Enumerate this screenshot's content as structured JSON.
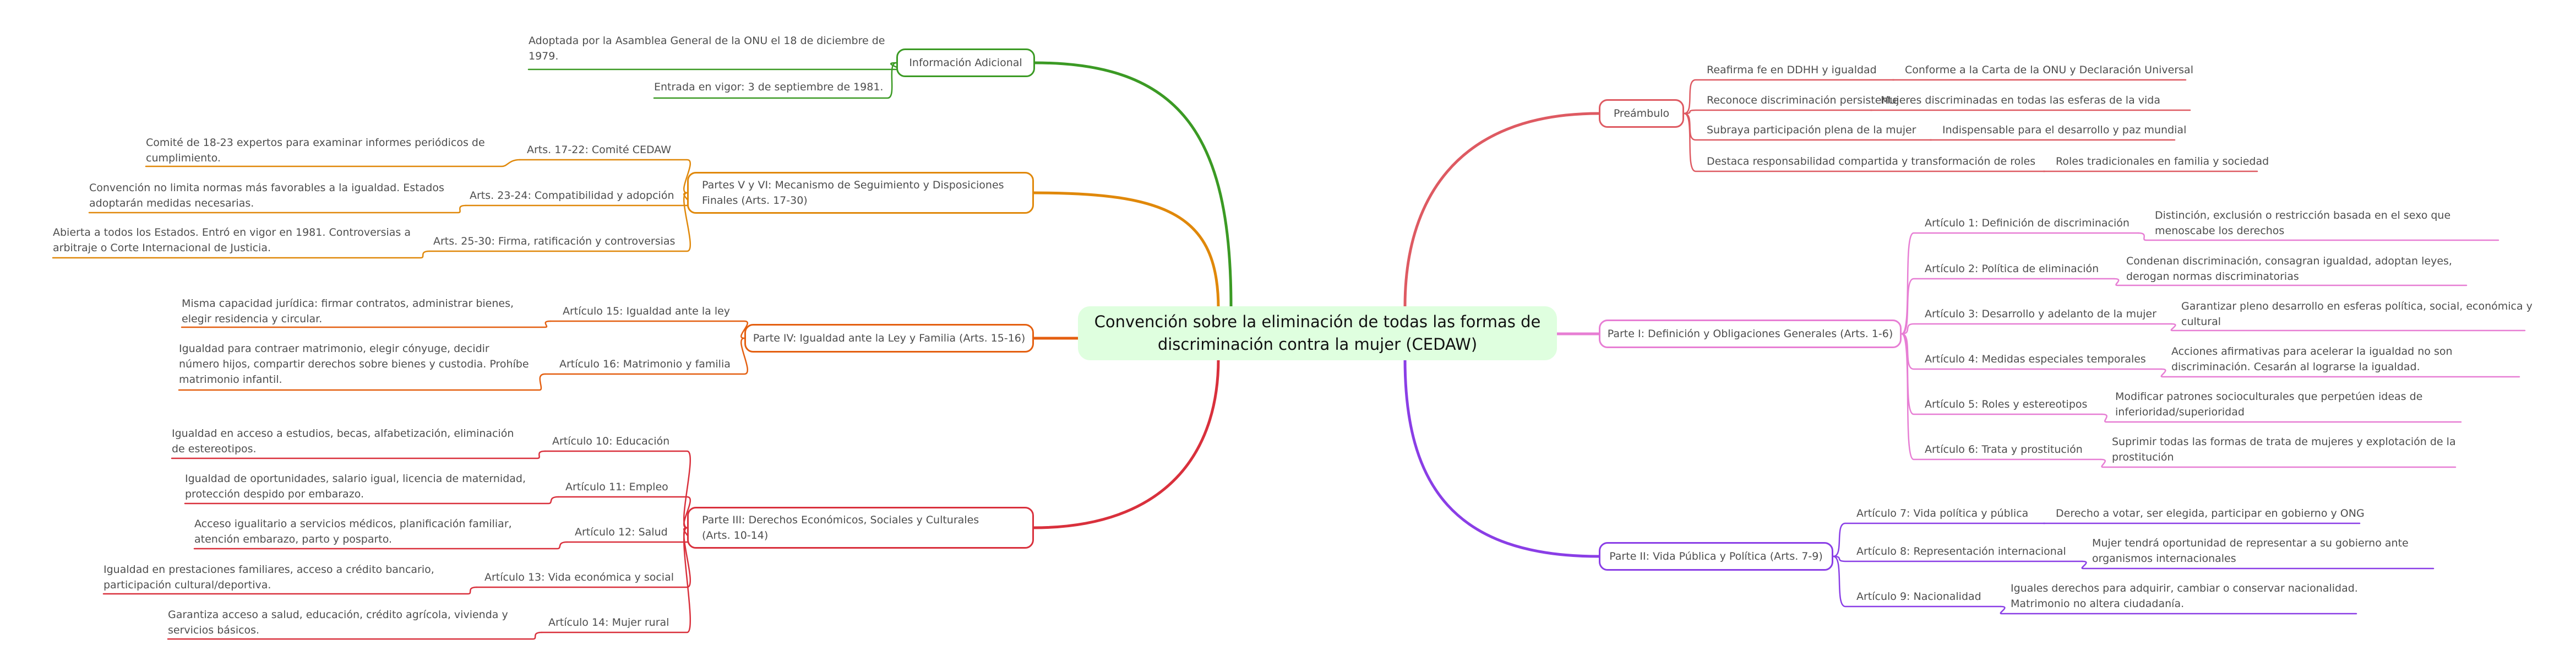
{
  "root": "Convención sobre la eliminación de todas las formas de discriminación contra la mujer (CEDAW)",
  "colors": {
    "info": "#3b9a24",
    "seguimiento": "#e0880a",
    "igualdad": "#e45f10",
    "derechos": "#d9303c",
    "preambulo": "#de5a62",
    "definicion": "#e77ed4",
    "vida": "#8a3ee6"
  },
  "branches": {
    "info": {
      "label": "Información Adicional",
      "items": [
        {
          "label": "Adoptada por la Asamblea General de la ONU el 18 de diciembre de 1979."
        },
        {
          "label": "Entrada en vigor: 3 de septiembre de 1981."
        }
      ]
    },
    "seguimiento": {
      "label": "Partes V y VI: Mecanismo de Seguimiento y Disposiciones Finales (Arts. 17-30)",
      "items": [
        {
          "label": "Arts. 17-22: Comité CEDAW",
          "detail": "Comité de 18-23 expertos para examinar informes periódicos de cumplimiento."
        },
        {
          "label": "Arts. 23-24: Compatibilidad y adopción",
          "detail": "Convención no limita normas más favorables a la igualdad. Estados adoptarán medidas necesarias."
        },
        {
          "label": "Arts. 25-30: Firma, ratificación y controversias",
          "detail": "Abierta a todos los Estados. Entró en vigor en 1981. Controversias a arbitraje o Corte Internacional de Justicia."
        }
      ]
    },
    "igualdad": {
      "label": "Parte IV: Igualdad ante la Ley y Familia (Arts. 15-16)",
      "items": [
        {
          "label": "Artículo 15: Igualdad ante la ley",
          "detail": "Misma capacidad jurídica: firmar contratos, administrar bienes, elegir residencia y circular."
        },
        {
          "label": "Artículo 16: Matrimonio y familia",
          "detail": "Igualdad para contraer matrimonio, elegir cónyuge, decidir número hijos, compartir derechos sobre bienes y custodia. Prohíbe matrimonio infantil."
        }
      ]
    },
    "derechos": {
      "label": "Parte III: Derechos Económicos, Sociales y Culturales (Arts. 10-14)",
      "items": [
        {
          "label": "Artículo 10: Educación",
          "detail": "Igualdad en acceso a estudios, becas, alfabetización, eliminación de estereotipos."
        },
        {
          "label": "Artículo 11: Empleo",
          "detail": "Igualdad de oportunidades, salario igual, licencia de maternidad, protección despido por embarazo."
        },
        {
          "label": "Artículo 12: Salud",
          "detail": "Acceso igualitario a servicios médicos, planificación familiar, atención embarazo, parto y posparto."
        },
        {
          "label": "Artículo 13: Vida económica y social",
          "detail": "Igualdad en prestaciones familiares, acceso a crédito bancario, participación cultural/deportiva."
        },
        {
          "label": "Artículo 14: Mujer rural",
          "detail": "Garantiza acceso a salud, educación, crédito agrícola, vivienda y servicios básicos."
        }
      ]
    },
    "preambulo": {
      "label": "Preámbulo",
      "items": [
        {
          "label": "Reafirma fe en DDHH y igualdad",
          "detail": "Conforme a la Carta de la ONU y Declaración Universal"
        },
        {
          "label": "Reconoce discriminación persistente",
          "detail": "Mujeres discriminadas en todas las esferas de la vida"
        },
        {
          "label": "Subraya participación plena de la mujer",
          "detail": "Indispensable para el desarrollo y paz mundial"
        },
        {
          "label": "Destaca responsabilidad compartida y transformación de roles",
          "detail": "Roles tradicionales en familia y sociedad"
        }
      ]
    },
    "definicion": {
      "label": "Parte I: Definición y Obligaciones Generales (Arts. 1-6)",
      "items": [
        {
          "label": "Artículo 1: Definición de discriminación",
          "detail": "Distinción, exclusión o restricción basada en el sexo que menoscabe los derechos"
        },
        {
          "label": "Artículo 2: Política de eliminación",
          "detail": "Condenan discriminación, consagran igualdad, adoptan leyes, derogan normas discriminatorias"
        },
        {
          "label": "Artículo 3: Desarrollo y adelanto de la mujer",
          "detail": "Garantizar pleno desarrollo en esferas política, social, económica y cultural"
        },
        {
          "label": "Artículo 4: Medidas especiales temporales",
          "detail": "Acciones afirmativas para acelerar la igualdad no son discriminación. Cesarán al lograrse la igualdad."
        },
        {
          "label": "Artículo 5: Roles y estereotipos",
          "detail": "Modificar patrones socioculturales que perpetúen ideas de inferioridad/superioridad"
        },
        {
          "label": "Artículo 6: Trata y prostitución",
          "detail": "Suprimir todas las formas de trata de mujeres y explotación de la prostitución"
        }
      ]
    },
    "vida": {
      "label": "Parte II: Vida Pública y Política (Arts. 7-9)",
      "items": [
        {
          "label": "Artículo 7: Vida política y pública",
          "detail": "Derecho a votar, ser elegida, participar en gobierno y ONG"
        },
        {
          "label": "Artículo 8: Representación internacional",
          "detail": "Mujer tendrá oportunidad de representar a su gobierno ante organismos internacionales"
        },
        {
          "label": "Artículo 9: Nacionalidad",
          "detail": "Iguales derechos para adquirir, cambiar o conservar nacionalidad. Matrimonio no altera ciudadanía."
        }
      ]
    }
  }
}
